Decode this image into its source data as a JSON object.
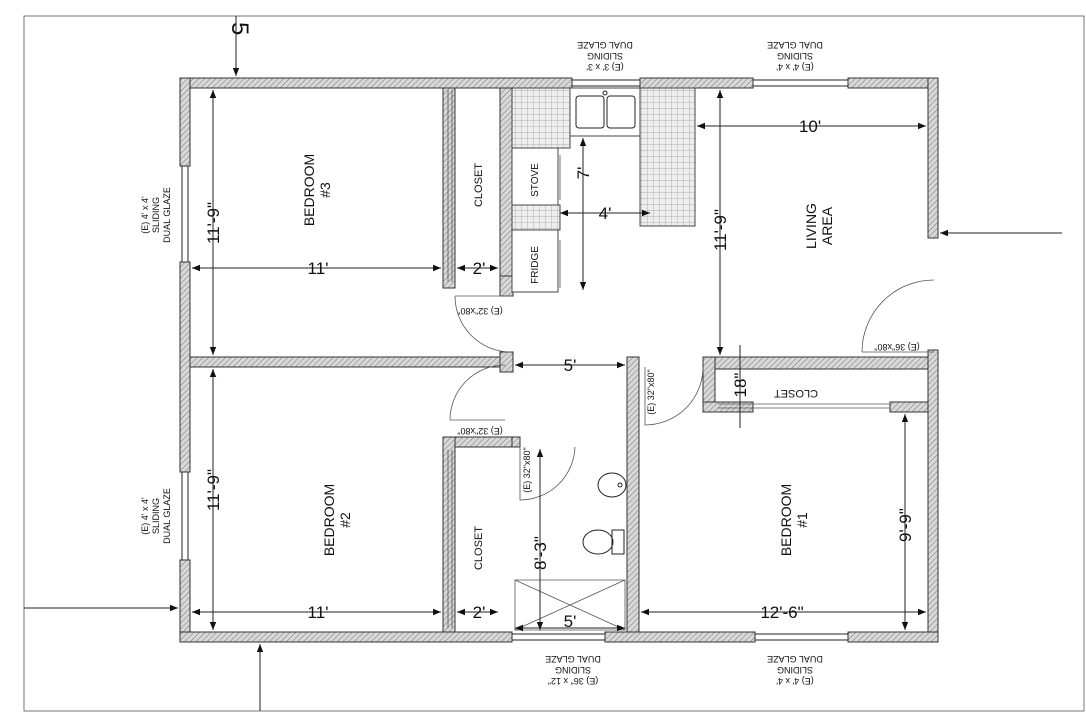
{
  "sheet_mark": "5",
  "rooms": {
    "bedroom3": [
      "BEDROOM",
      "#3"
    ],
    "bedroom2": [
      "BEDROOM",
      "#2"
    ],
    "bedroom1": [
      "BEDROOM",
      "#1"
    ],
    "living": [
      "LIVING",
      "AREA"
    ],
    "closet_b3": "CLOSET",
    "closet_b2": "CLOSET",
    "closet_b1": "CLOSET",
    "stove": "STOVE",
    "fridge": "FRIDGE"
  },
  "dimensions": {
    "b3_height": "11'-9\"",
    "b3_width": "11'",
    "b3_closet": "2'",
    "b2_height": "11'-9\"",
    "b2_width": "11'",
    "b2_closet": "2'",
    "kitchen_height": "7'",
    "kitchen_width": "4'",
    "living_width": "10'",
    "living_height": "11'-9\"",
    "hall_width": "5'",
    "closet_depth": "18\"",
    "bath_height": "8'-3\"",
    "bath_width": "5'",
    "b1_width": "12'-6\"",
    "b1_height": "9'-9\""
  },
  "windows": {
    "left_top": [
      "(E) 4' x 4'",
      "SLIDING",
      "DUAL GLAZE"
    ],
    "left_bottom": [
      "(E) 4' x 4'",
      "SLIDING",
      "DUAL GLAZE"
    ],
    "top_kitchen": [
      "(E) 3' x 3'",
      "SLIDING",
      "DUAL GLAZE"
    ],
    "top_living": [
      "(E) 4' x 4'",
      "SLIDING",
      "DUAL GLAZE"
    ],
    "bottom_bath": [
      "(E) 36\" x 12\"",
      "SLIDING",
      "DUAL GLAZE"
    ],
    "bottom_b1": [
      "(E) 4' x 4'",
      "SLIDING",
      "DUAL GLAZE"
    ]
  },
  "doors": {
    "b3": "(E) 32\"x80\"",
    "b2": "(E) 32\"x80\"",
    "bath": "(E) 32\"x80\"",
    "b1": "(E) 32\"x80\"",
    "entry": "(E) 36\"x80\""
  }
}
